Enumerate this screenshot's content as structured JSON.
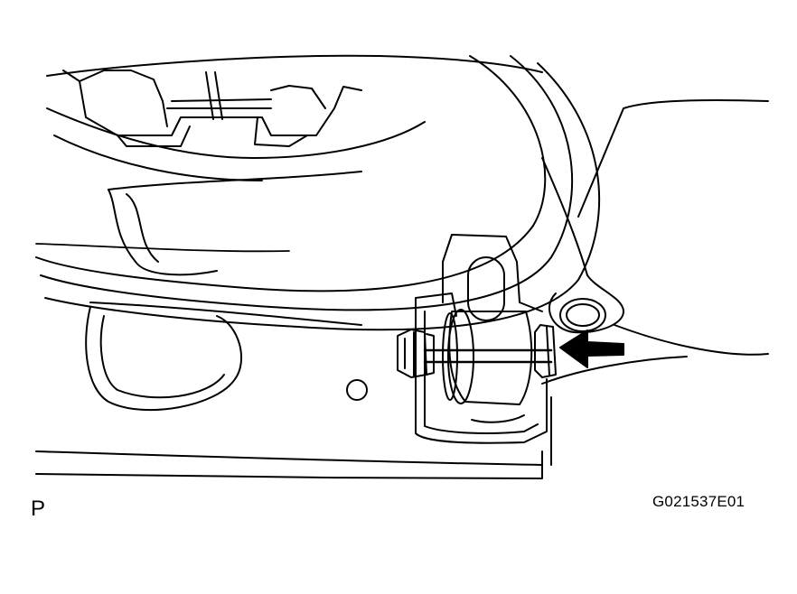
{
  "figure": {
    "reference_code": "G021537E01",
    "page_mark": "P",
    "colors": {
      "line": "#000000",
      "background": "#ffffff"
    },
    "callout": "arrow-pointing-at-nut"
  }
}
